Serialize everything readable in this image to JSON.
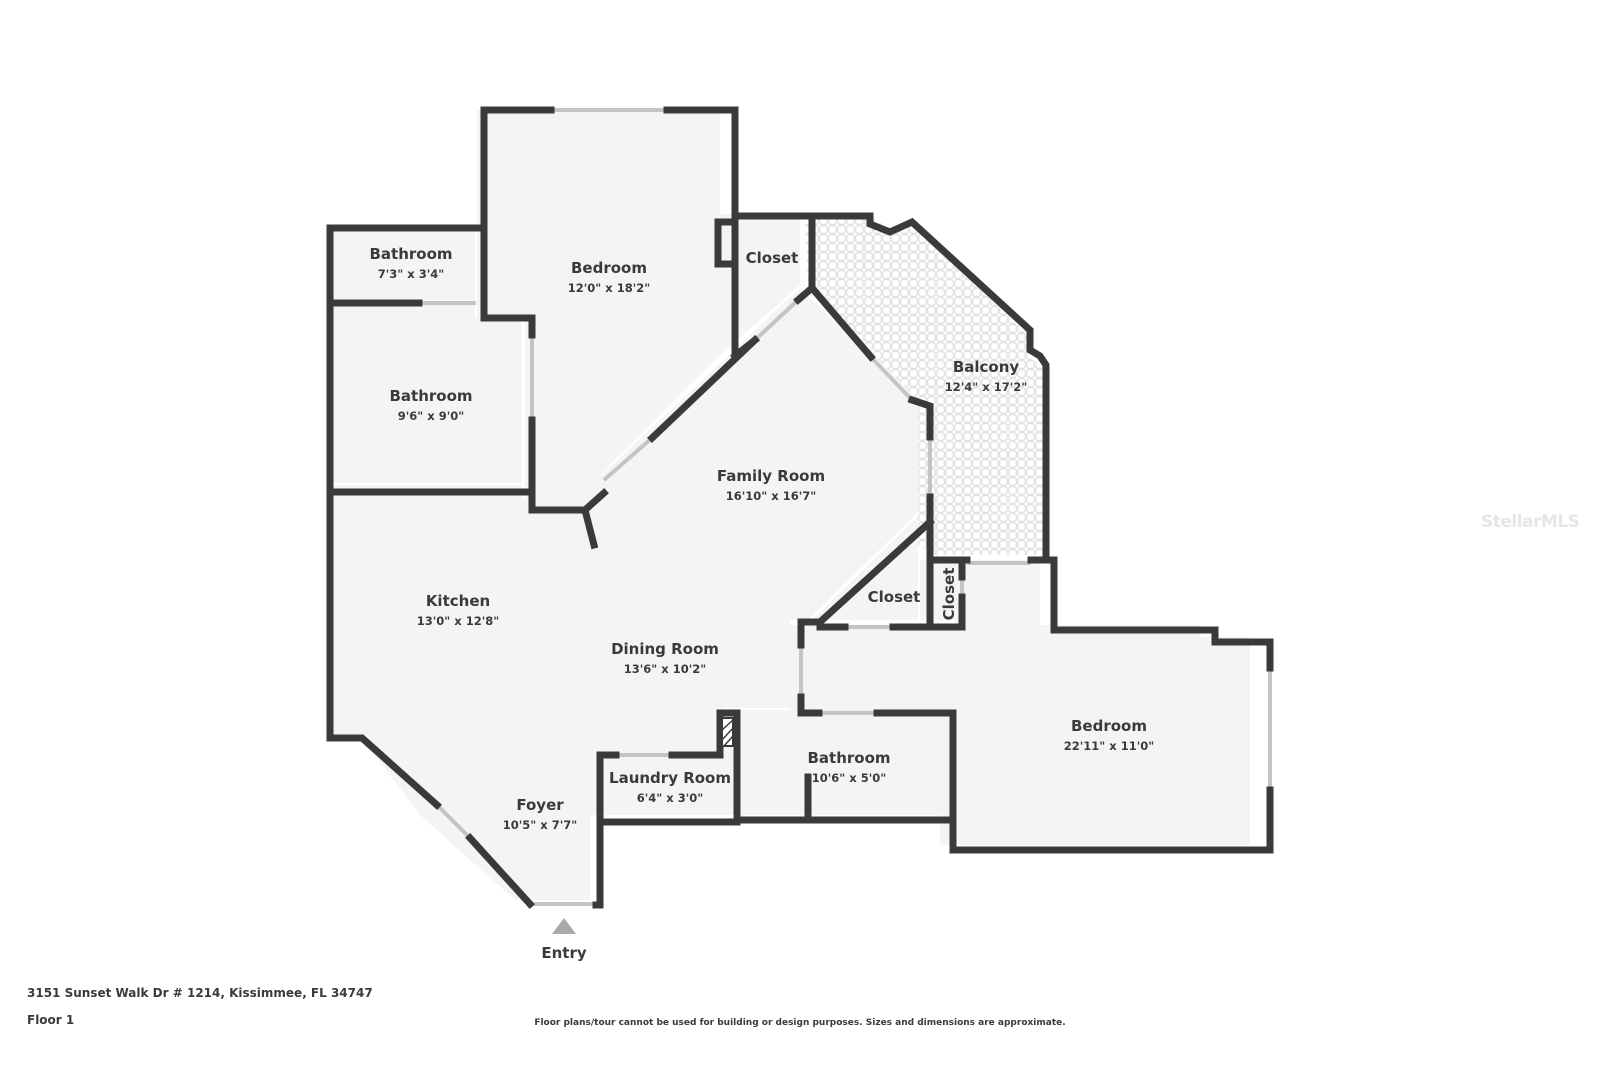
{
  "rooms": [
    {
      "id": "bathroom-1",
      "name": "Bathroom",
      "dims": "7'3\" x 3'4\""
    },
    {
      "id": "bedroom-1",
      "name": "Bedroom",
      "dims": "12'0\" x 18'2\""
    },
    {
      "id": "closet-1",
      "name": "Closet",
      "dims": ""
    },
    {
      "id": "bathroom-2",
      "name": "Bathroom",
      "dims": "9'6\" x 9'0\""
    },
    {
      "id": "balcony",
      "name": "Balcony",
      "dims": "12'4\" x 17'2\""
    },
    {
      "id": "family-room",
      "name": "Family Room",
      "dims": "16'10\" x 16'7\""
    },
    {
      "id": "kitchen",
      "name": "Kitchen",
      "dims": "13'0\" x 12'8\""
    },
    {
      "id": "closet-2",
      "name": "Closet",
      "dims": ""
    },
    {
      "id": "closet-3",
      "name": "Closet",
      "dims": ""
    },
    {
      "id": "dining-room",
      "name": "Dining Room",
      "dims": "13'6\" x 10'2\""
    },
    {
      "id": "bedroom-2",
      "name": "Bedroom",
      "dims": "22'11\" x 11'0\""
    },
    {
      "id": "bathroom-3",
      "name": "Bathroom",
      "dims": "10'6\" x 5'0\""
    },
    {
      "id": "laundry-room",
      "name": "Laundry Room",
      "dims": "6'4\" x 3'0\""
    },
    {
      "id": "foyer",
      "name": "Foyer",
      "dims": "10'5\" x 7'7\""
    }
  ],
  "entry_label": "Entry",
  "footer": {
    "address": "3151 Sunset Walk Dr # 1214, Kissimmee, FL 34747",
    "floor": "Floor 1",
    "disclaimer": "Floor plans/tour cannot be used for building or design purposes. Sizes and dimensions are approximate."
  },
  "watermark": "StellarMLS",
  "colors": {
    "wall": "#3a3a3a",
    "floor": "#f4f4f4",
    "window": "#c8c8c8",
    "balcony_tile": "#d9d9d9"
  }
}
